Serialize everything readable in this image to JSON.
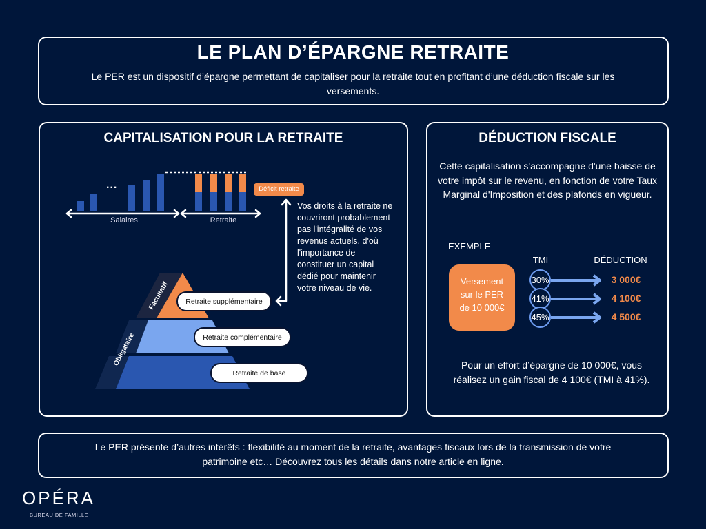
{
  "header": {
    "title": "LE PLAN D’ÉPARGNE RETRAITE",
    "subtitle": "Le PER est un dispositif d’épargne permettant de capitaliser pour la retraite tout en profitant d’une déduction fiscale sur les versements."
  },
  "left_panel": {
    "title": "CAPITALISATION POUR LA RETRAITE",
    "chart": {
      "ellipsis": "...",
      "salaires_label": "Salaires",
      "retraite_label": "Retraite",
      "deficit_label": "Déficit retraite"
    },
    "explanation": "Vos droits à la retraite ne couvriront probablement pas l'intégralité de vos revenus actuels, d'où l'importance de constituer un capital dédié pour maintenir votre niveau de vie.",
    "pyramid": {
      "facultatif": "Facultatif",
      "obligataire": "Obligataire",
      "levels": [
        "Retraite supplémentaire",
        "Retraite complémentaire",
        "Retraite de base"
      ]
    }
  },
  "right_panel": {
    "title": "DÉDUCTION FISCALE",
    "intro": "Cette capitalisation s'accompagne d'une baisse de votre impôt sur le revenu, en fonction de votre Taux Marginal d'Imposition et des plafonds en vigueur.",
    "example_label": "EXEMPLE",
    "tmi_header": "TMI",
    "deduction_header": "DÉDUCTION",
    "versement": "Versement sur le PER de 10 000€",
    "rows": [
      {
        "tmi": "30%",
        "deduction": "3 000€"
      },
      {
        "tmi": "41%",
        "deduction": "4 100€"
      },
      {
        "tmi": "45%",
        "deduction": "4 500€"
      }
    ],
    "conclusion": "Pour un effort d’épargne de 10 000€, vous réalisez un gain fiscal de 4 100€ (TMI à 41%)."
  },
  "footer": {
    "text": "Le PER présente d’autres intérêts : flexibilité au moment de la retraite, avantages fiscaux lors de la transmission de votre patrimoine etc… Découvrez tous les détails dans notre article en ligne."
  },
  "logo": {
    "name": "OPÉRA",
    "tagline": "BUREAU DE FAMILLE"
  },
  "colors": {
    "background": "#00163a",
    "orange": "#f28a4a",
    "blue": "#2a57b0",
    "light_blue": "#7aa6ef"
  }
}
